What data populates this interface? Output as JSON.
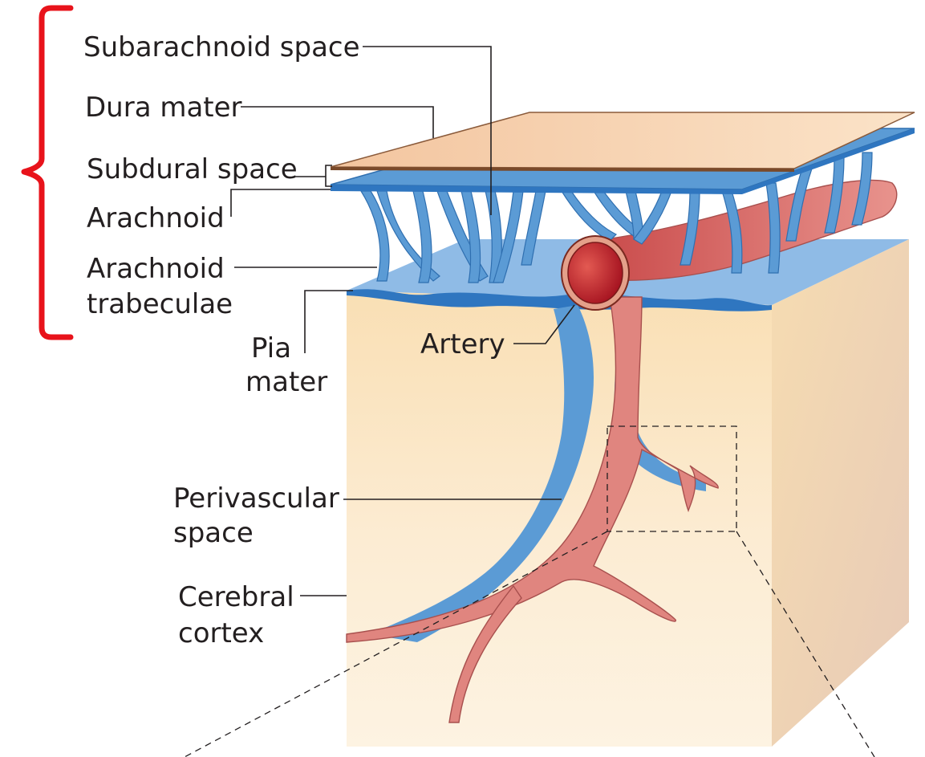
{
  "colors": {
    "bracket": "#e8131b",
    "dura": "#f3be93",
    "arachnoid": "#5b9bd5",
    "tissue": "#fbe9cc",
    "vessel": "#e0857f",
    "artery": "#b81d2a"
  },
  "labels": {
    "subarachnoid_space": "Subarachnoid space",
    "dura_mater": "Dura mater",
    "subdural_space": "Subdural space",
    "arachnoid": "Arachnoid",
    "arachnoid_trabeculae_1": "Arachnoid",
    "arachnoid_trabeculae_2": "trabeculae",
    "pia_mater_1": "Pia",
    "pia_mater_2": "mater",
    "artery": "Artery",
    "perivascular_space_1": "Perivascular",
    "perivascular_space_2": "space",
    "cerebral_cortex_1": "Cerebral",
    "cerebral_cortex_2": "cortex"
  }
}
